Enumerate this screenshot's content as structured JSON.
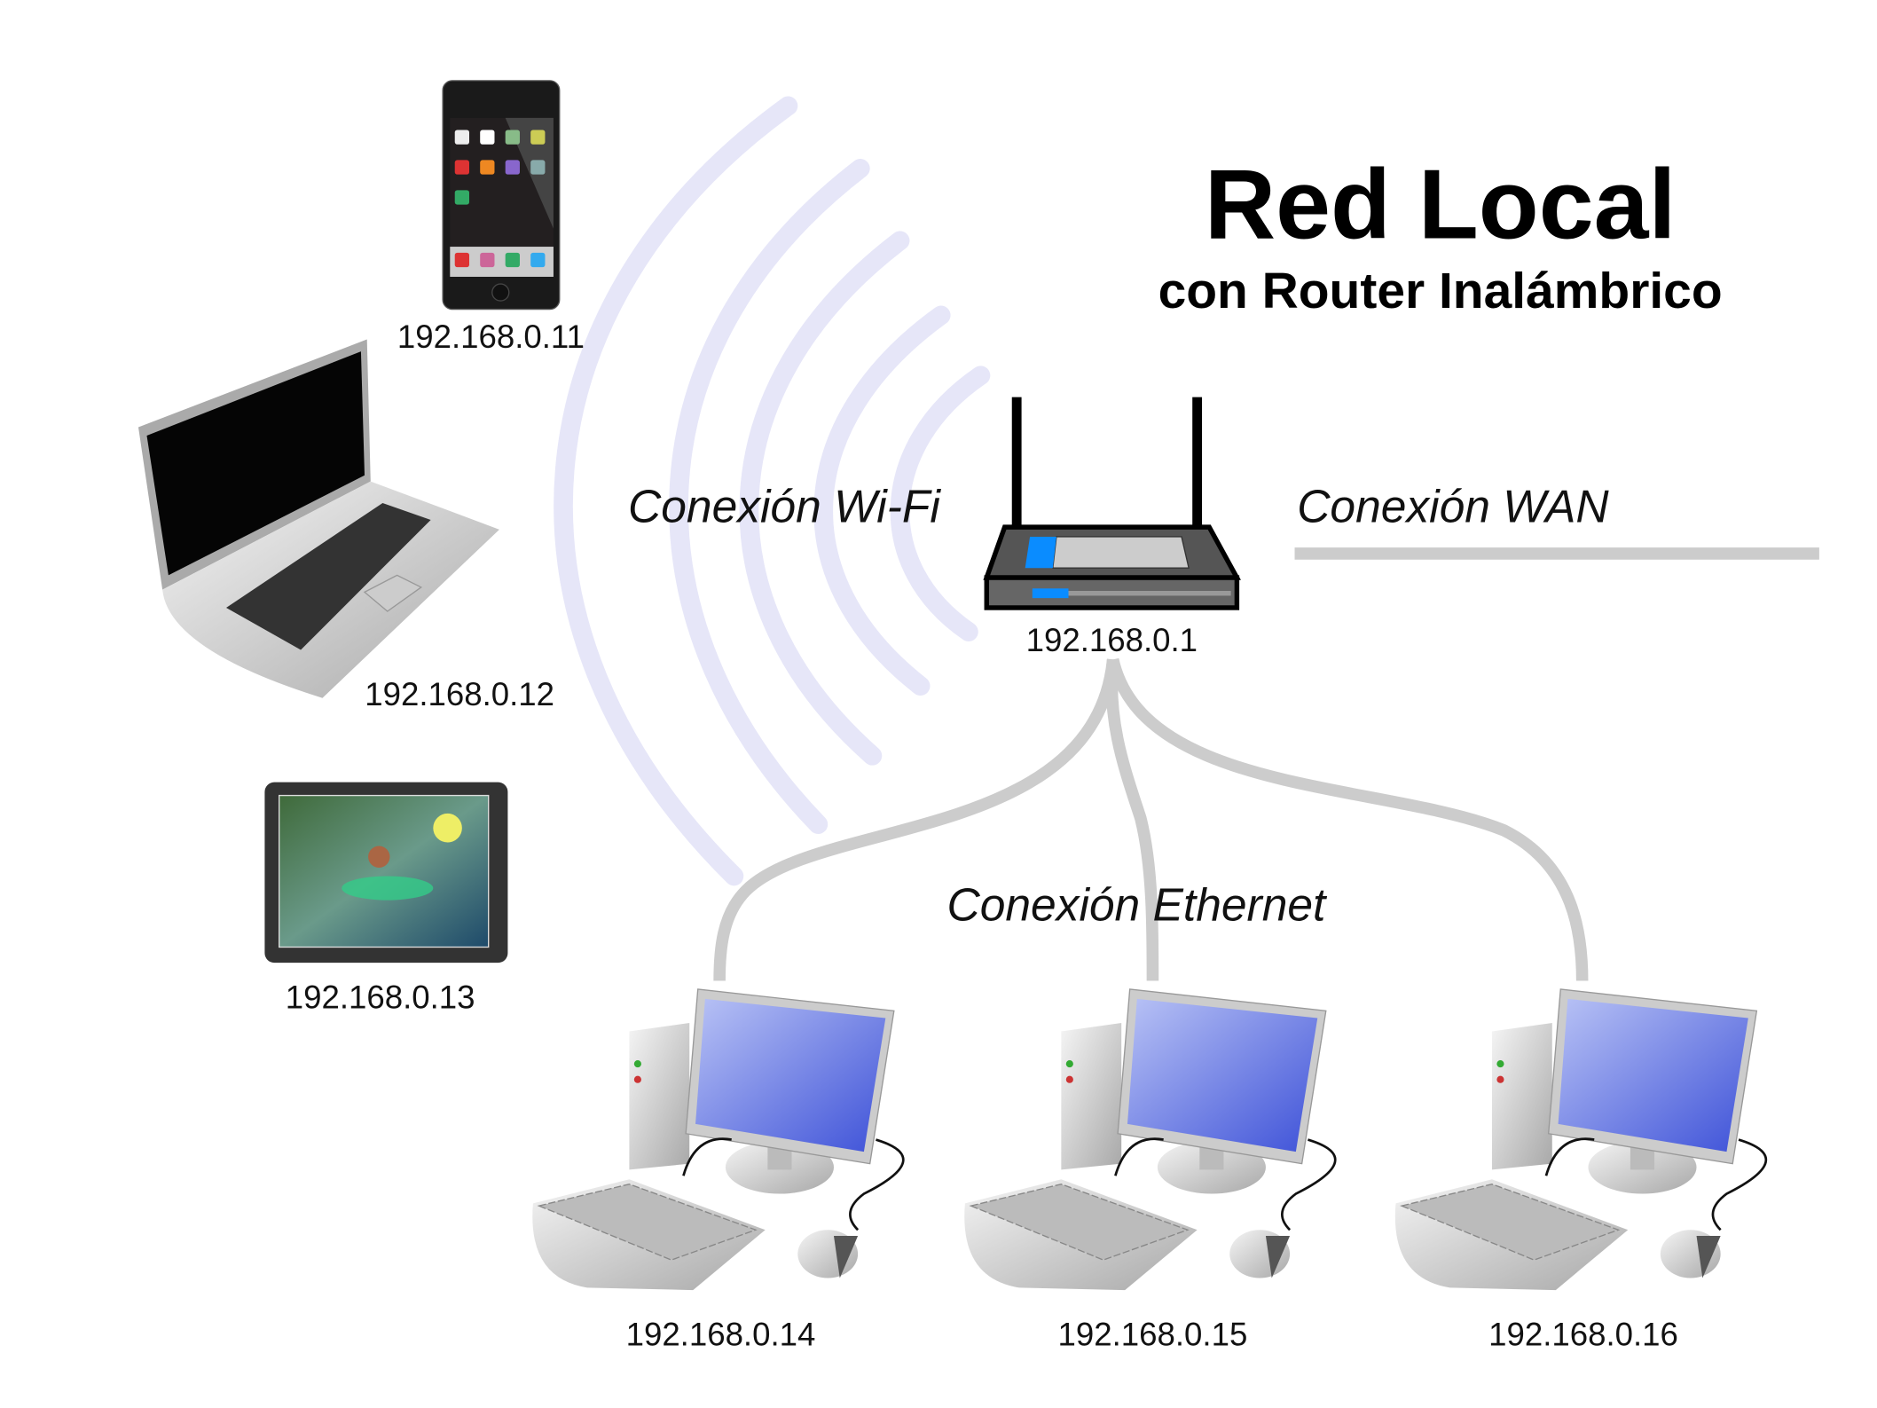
{
  "title": "Red Local",
  "subtitle": "con Router Inalámbrico",
  "connections": {
    "wifi": "Conexión Wi-Fi",
    "wan": "Conexión WAN",
    "ethernet": "Conexión Ethernet"
  },
  "router": {
    "ip": "192.168.0.1"
  },
  "wireless_devices": [
    {
      "type": "smartphone",
      "ip": "192.168.0.11"
    },
    {
      "type": "laptop",
      "ip": "192.168.0.12"
    },
    {
      "type": "tablet",
      "ip": "192.168.0.13"
    }
  ],
  "wired_devices": [
    {
      "type": "desktop",
      "ip": "192.168.0.14"
    },
    {
      "type": "desktop",
      "ip": "192.168.0.15"
    },
    {
      "type": "desktop",
      "ip": "192.168.0.16"
    }
  ],
  "colors": {
    "wave": "#e6e6f8",
    "cable": "#cccccc",
    "screen": "#5a6fe0",
    "router_led": "#0a8cff"
  }
}
